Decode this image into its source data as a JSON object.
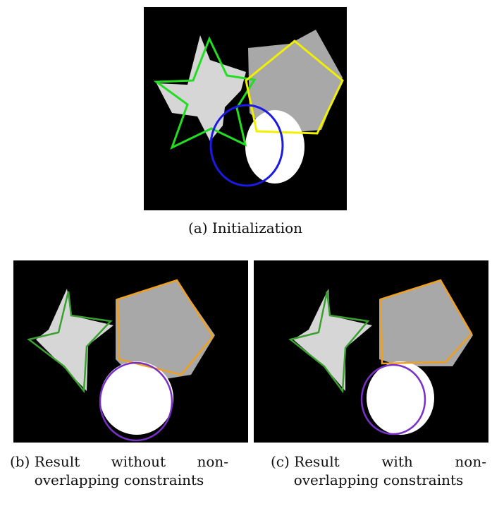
{
  "figure": {
    "panels": [
      {
        "id": "a",
        "caption": "(a) Initialization",
        "shapes": [
          "star",
          "pentagon",
          "ellipse"
        ],
        "contour_colors": {
          "star": "#22dd22",
          "pentagon": "#f0f000",
          "ellipse": "#1a1ae0"
        }
      },
      {
        "id": "b",
        "caption_line1_words": [
          "(b) Result",
          "without",
          "non-"
        ],
        "caption_line2": "overlapping constraints",
        "contour_colors": {
          "star": "#3aa030",
          "pentagon": "#f0a020",
          "ellipse": "#7a30c8"
        }
      },
      {
        "id": "c",
        "caption_line1_words": [
          "(c) Result",
          "with",
          "non-"
        ],
        "caption_line2": "overlapping constraints",
        "contour_colors": {
          "star": "#3aa030",
          "pentagon": "#f0a020",
          "ellipse": "#7a30c8"
        }
      }
    ],
    "fill_colors": {
      "background": "#000000",
      "star": "#d6d6d6",
      "pentagon": "#a8a8a8",
      "ellipse": "#ffffff"
    }
  }
}
